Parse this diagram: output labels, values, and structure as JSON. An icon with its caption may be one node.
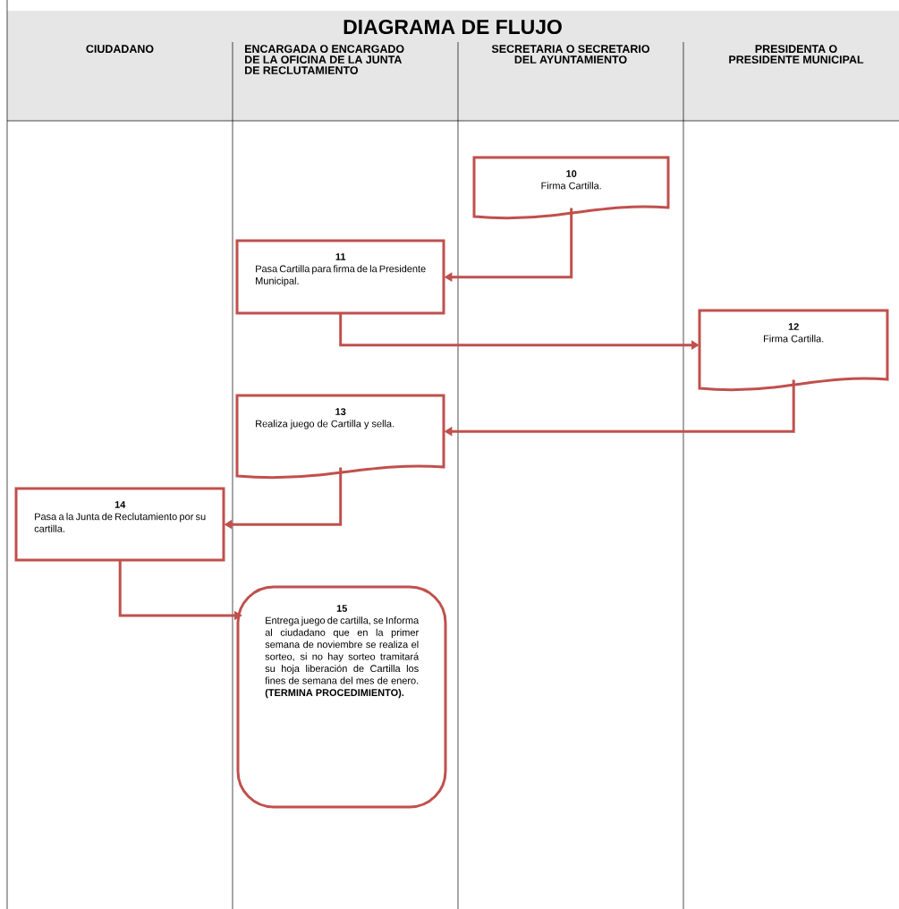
{
  "diagram": {
    "title": "DIAGRAMA DE FLUJO",
    "nodes": [
      {
        "text": [
          "10",
          "Firma Cartilla."
        ]
      },
      {
        "text": [
          "11",
          "Pasa Cartilla para firma de la Presidente Municipal."
        ]
      },
      {
        "text": [
          "12",
          "Firma Cartilla."
        ]
      },
      {
        "text": [
          "13",
          "Realiza juego de Cartilla y sella."
        ]
      },
      {
        "text": [
          "14",
          "Pasa a la Junta de Reclutamiento por su cartilla."
        ]
      },
      {
        "text": [
          "15",
          "Entrega juego de cartilla, se Informa al ciudadano que en la primer semana de noviembre se realiza el sorteo, si no hay sorteo tramitará su hoja liberación de Cartilla los fines de semana del mes de enero. **(TERMINA PROCEDIMIENTO).**"
        ]
      }
    ],
    "edges": [
      {
        "from": 0,
        "to": 1,
        "arrow": "to"
      },
      {
        "from": 1,
        "to": 2,
        "arrow": "to"
      },
      {
        "from": 2,
        "to": 3,
        "arrow": "to"
      },
      {
        "from": 3,
        "to": 4,
        "arrow": "to"
      },
      {
        "from": 4,
        "to": 5,
        "arrow": "to"
      }
    ],
    "labels": [
      "CIUDADANO",
      "ENCARGADA O ENCARGADO DE LA OFICINA DE LA JUNTA DE RECLUTAMIENTO",
      "SECRETARIA O SECRETARIO DEL AYUNTAMIENTO",
      "PRESIDENTA O PRESIDENTE MUNICIPAL"
    ]
  }
}
